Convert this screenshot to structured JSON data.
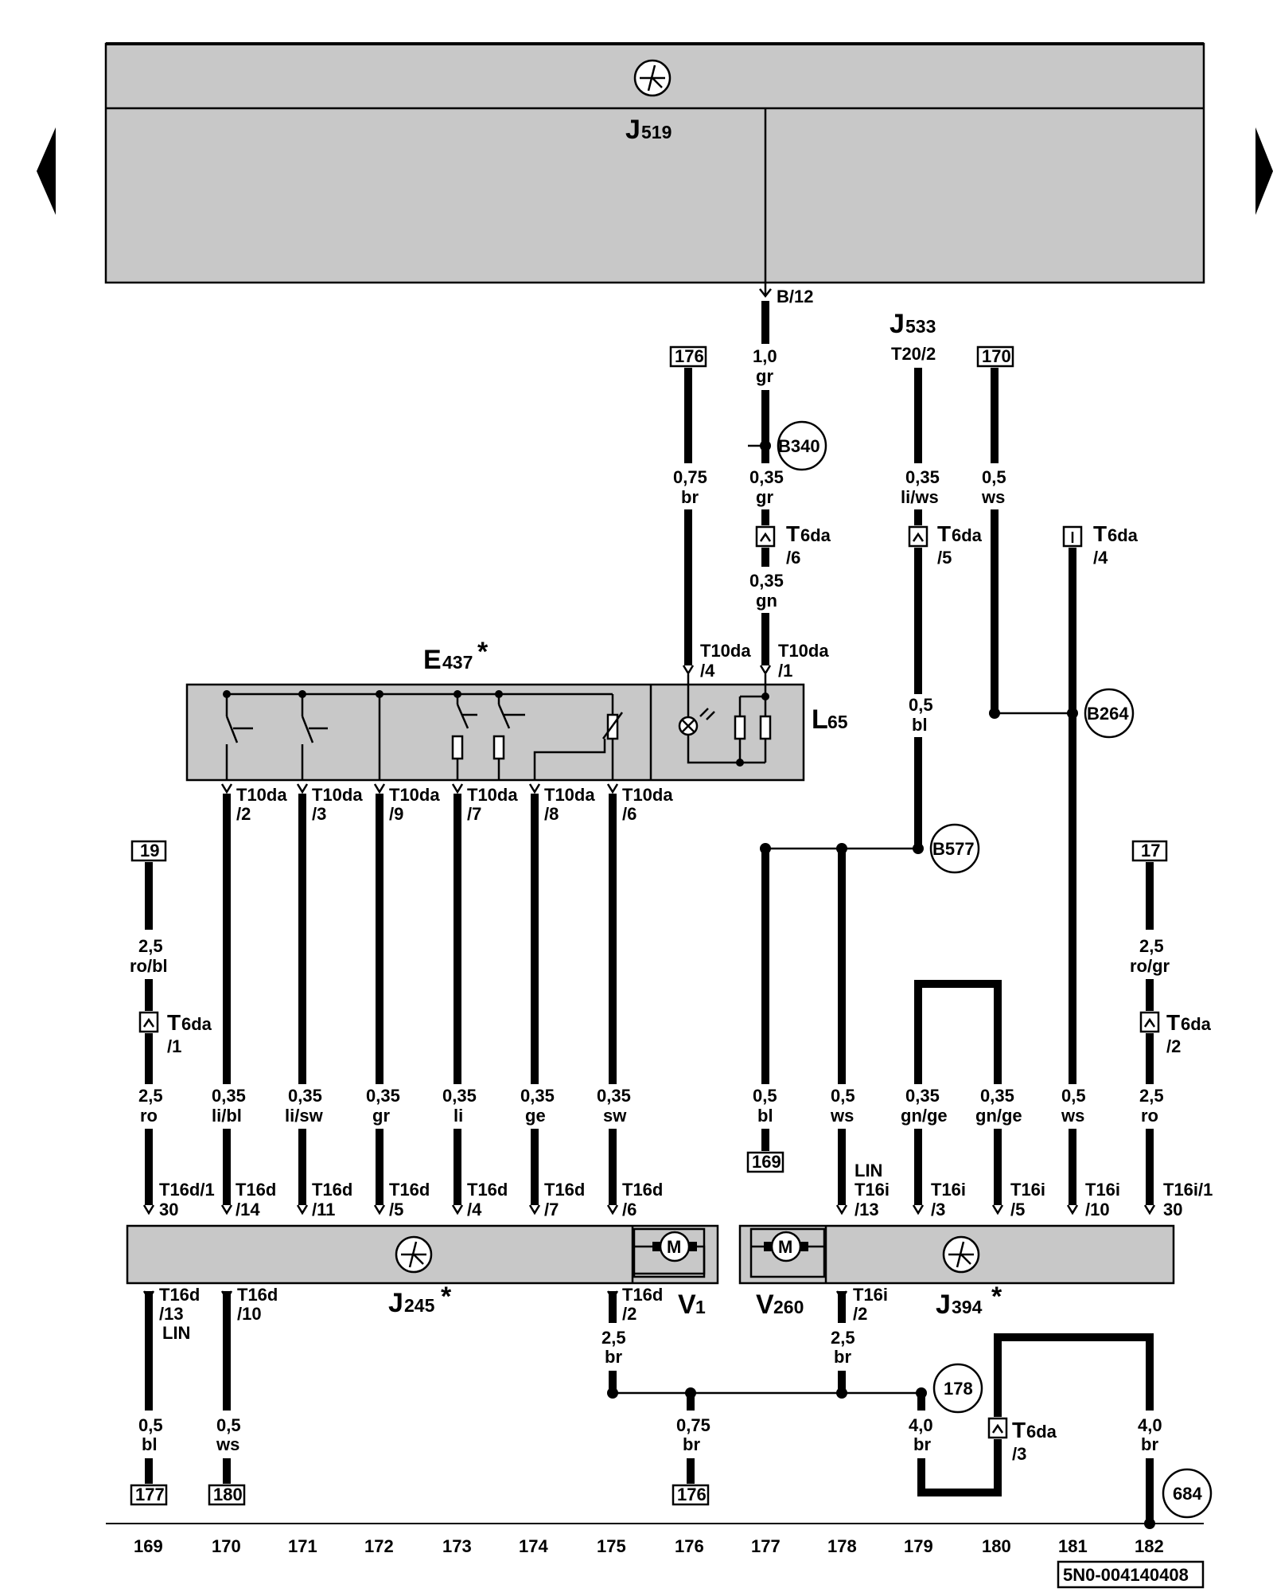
{
  "nav": {
    "prev_icon": "triangle-left-icon",
    "next_icon": "triangle-right-icon"
  },
  "units": {
    "J519": {
      "letter": "J",
      "sub": "519"
    },
    "J533": {
      "letter": "J",
      "sub": "533",
      "pin": "T20/2"
    },
    "E437": {
      "letter": "E",
      "sub": "437",
      "star": "*"
    },
    "L65": {
      "letter": "L",
      "sub": "65"
    },
    "J245": {
      "letter": "J",
      "sub": "245",
      "star": "*"
    },
    "V1": {
      "letter": "V",
      "sub": "1"
    },
    "V260": {
      "letter": "V",
      "sub": "260"
    },
    "J394": {
      "letter": "J",
      "sub": "394",
      "star": "*"
    }
  },
  "pins": {
    "b12": "B/12",
    "t6da": "T",
    "t6da_sub": "6da",
    "p6": "/6",
    "p5": "/5",
    "p4": "/4",
    "p1": "/1",
    "p2": "/2",
    "p3": "/3",
    "t10da": "T10da",
    "t10_4": "/4",
    "t10_1": "/1",
    "t10_2": "/2",
    "t10_3": "/3",
    "t10_9": "/9",
    "t10_7": "/7",
    "t10_8": "/8",
    "t10_6": "/6",
    "t16d1": "T16d/1",
    "t16d1b": "30",
    "t16d": "T16d",
    "t16d_14": "/14",
    "t16d_11": "/11",
    "t16d_5": "/5",
    "t16d_4": "/4",
    "t16d_7": "/7",
    "t16d_6": "/6",
    "t16d_13": "/13",
    "lin": "LIN",
    "t16d_10": "/10",
    "t16d_2": "/2",
    "t16i": "T16i",
    "t16i_13": "/13",
    "t16i_3": "/3",
    "t16i_5": "/5",
    "t16i_10": "/10",
    "t16i_2": "/2",
    "t16i1": "T16i/1",
    "t16i1b": "30"
  },
  "wires": {
    "w1": [
      "1,0",
      "gr"
    ],
    "w2": [
      "0,35",
      "gr"
    ],
    "w3": [
      "0,35",
      "gn"
    ],
    "w4": [
      "0,75",
      "br"
    ],
    "w5": [
      "0,35",
      "li/ws"
    ],
    "w6": [
      "0,5",
      "ws"
    ],
    "w7": [
      "0,5",
      "bl"
    ],
    "w8": [
      "2,5",
      "ro/bl"
    ],
    "w9": [
      "2,5",
      "ro"
    ],
    "w10": [
      "0,35",
      "li/bl"
    ],
    "w11": [
      "0,35",
      "li/sw"
    ],
    "w12": [
      "0,35",
      "gr"
    ],
    "w13": [
      "0,35",
      "li"
    ],
    "w14": [
      "0,35",
      "ge"
    ],
    "w15": [
      "0,35",
      "sw"
    ],
    "w16": [
      "0,5",
      "bl"
    ],
    "w17": [
      "0,5",
      "ws"
    ],
    "w18": [
      "0,35",
      "gn/ge"
    ],
    "w19": [
      "0,35",
      "gn/ge"
    ],
    "w20": [
      "0,5",
      "ws"
    ],
    "w21": [
      "2,5",
      "ro"
    ],
    "w22": [
      "2,5",
      "ro/gr"
    ],
    "w23": [
      "0,5",
      "bl"
    ],
    "w24": [
      "0,5",
      "ws"
    ],
    "w25": [
      "2,5",
      "br"
    ],
    "w26": [
      "0,75",
      "br"
    ],
    "w27": [
      "2,5",
      "br"
    ],
    "w28": [
      "4,0",
      "br"
    ],
    "w29": [
      "4,0",
      "br"
    ]
  },
  "refs": {
    "r176a": "176",
    "r170": "170",
    "r19": "19",
    "r17": "17",
    "r169": "169",
    "r177": "177",
    "r180": "180",
    "r176b": "176"
  },
  "nodes": {
    "b340": "B340",
    "b264": "B264",
    "b577": "B577",
    "n178": "178",
    "n684": "684"
  },
  "columns": [
    "169",
    "170",
    "171",
    "172",
    "173",
    "174",
    "175",
    "176",
    "177",
    "178",
    "179",
    "180",
    "181",
    "182"
  ],
  "doc_id": "5N0-004140408"
}
